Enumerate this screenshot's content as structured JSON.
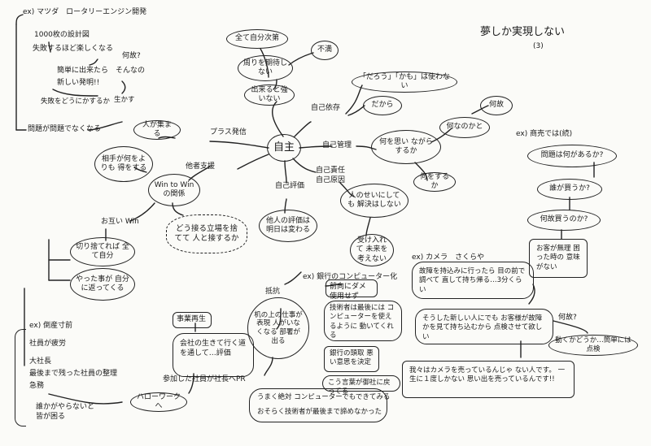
{
  "title": {
    "text": "夢しか実現しない",
    "page": "(3)"
  },
  "center": "自主",
  "mazda": {
    "heading": "ex) マツダ　ロータリーエンジン開発",
    "line1": "1000枚の設計図",
    "line2": "失敗するほど楽しくなる",
    "line3": "簡単に出来たら　そんなの",
    "line4": "新しい発明!!",
    "question": "何故?",
    "note": "失敗をどうにかするか",
    "note2": "生かす",
    "footer": "問題が問題でなくなる"
  },
  "top": {
    "self_decide": "全て自分次第",
    "hope": "周りを期待しない",
    "complaint": "不満",
    "no_excuse": "出来ると強いない"
  },
  "dependency": {
    "label": "自己依存",
    "no_dame": "「だろう」「かも」は使わない",
    "therefore": "だから",
    "why": "何故",
    "ask_why": "何なのかと"
  },
  "management": {
    "label": "自己管理",
    "think": "何を思い ながら するか",
    "what": "何をするか"
  },
  "plus": {
    "label": "プラス発信"
  },
  "responsibility": {
    "label": "自己責任 自己原因",
    "blame": "人のせいにしても 解決はしない",
    "stance": "受け入れて 未来を考えない"
  },
  "evaluation": {
    "label": "自己評価",
    "other": "他人の評価は 明日は変わる"
  },
  "other_stance": {
    "label": "他者支援",
    "people": "人が集まる",
    "partner": "相手が何をよりも 得をする",
    "winwin": "Win to Win の関係",
    "cloud": "どう接る立場を捨てて 人と接するか",
    "mutual": "お互い Win",
    "cut": "切り捨てれば 全て自分",
    "kind": "やった事が 自分に返ってくる"
  },
  "company": {
    "heading": "ex) 倒産寸前",
    "line1": "社員が疲労",
    "line2": "大社長",
    "line3": "最後まで残った社員の整理",
    "line4": "急務",
    "line5": "誰かがやらないと 皆が困る",
    "reform": "事業再生",
    "reform_text": "会社の生きて行く道を通して…評価",
    "pr": "参加した社員が社長へPR",
    "hello": "ハローワークへ"
  },
  "bank": {
    "heading": "ex) 銀行のコンピューター化",
    "resistance": "抵抗",
    "resist_text": "机の上の仕事が 表現 人がいなくなる 部署が出る",
    "nocomp": "前向にダメ 使用せず",
    "tech": "技術者は最後には コンピューターを使えるように 動いてくれる",
    "president": "銀行の頭取 悪い意思を決定",
    "change": "こう言葉が御社に戻ってる",
    "absolute": "うまく絶対 コンピューターでもできてみる",
    "last": "おそらく技術者が最後まで諦めなかった"
  },
  "camera": {
    "heading": "ex) カメラ　さくらや",
    "text1": "故障を持込みに行ったら 目の前で調べて 直して持ち帰る…3分くらい",
    "text2": "そうした新しい人にでも お客様が故障かを見て持ち込むから 点検させて欲しい",
    "question": "何故?",
    "reason": "動くかどうか…簡単には点検",
    "text3": "我々はカメラを売っているんじゃ ない人です。 一生に１度しかない 思い出を売っているんです!!"
  },
  "store": {
    "heading": "ex) 商売では(続)",
    "q1": "問題は何があるか?",
    "q2": "誰が買うか?",
    "q3": "何故買うのか?",
    "answer": "お客が無理 困った時の 意味がない"
  }
}
